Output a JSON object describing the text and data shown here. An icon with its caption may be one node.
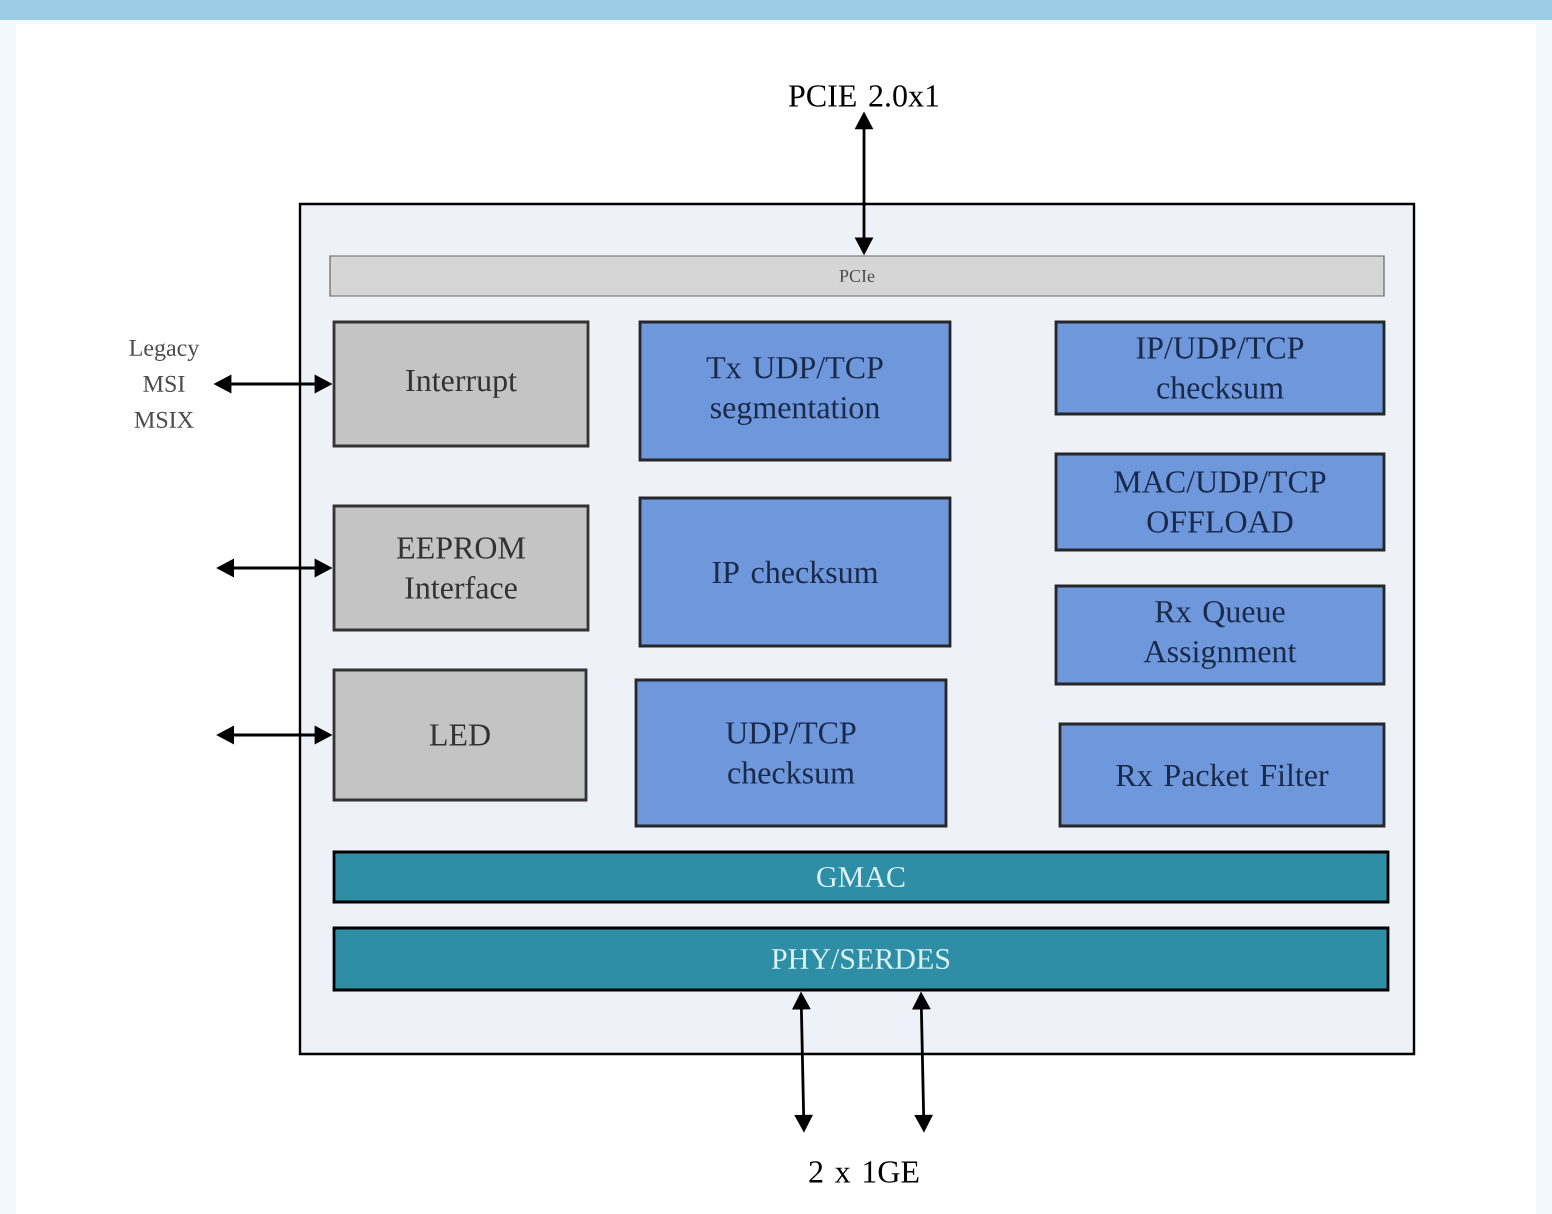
{
  "diagram": {
    "nodes": [
      {
        "text": [],
        "shape": "box"
      },
      {
        "text": [
          "PCIe"
        ],
        "in": 0
      },
      {
        "text": [
          "Interrupt"
        ],
        "in": 0
      },
      {
        "text": [
          "EEPROM Interface"
        ],
        "in": 0
      },
      {
        "text": [
          "LED"
        ],
        "in": 0
      },
      {
        "text": [
          "Tx UDP/TCP segmentation"
        ],
        "in": 0
      },
      {
        "text": [
          "IP checksum"
        ],
        "in": 0
      },
      {
        "text": [
          "UDP/TCP checksum"
        ],
        "in": 0
      },
      {
        "text": [
          "IP/UDP/TCP checksum"
        ],
        "in": 0
      },
      {
        "text": [
          "MAC/UDP/TCP OFFLOAD"
        ],
        "in": 0
      },
      {
        "text": [
          "Rx Queue Assignment"
        ],
        "in": 0
      },
      {
        "text": [
          "Rx Packet Filter"
        ],
        "in": 0
      },
      {
        "text": [
          "GMAC"
        ],
        "in": 0
      },
      {
        "text": [
          "PHY/SERDES"
        ],
        "in": 0
      },
      {
        "text": [
          "PCIE 2.0x1"
        ]
      },
      {
        "text": [
          "Legacy MSI MSIX"
        ]
      },
      {
        "text": [
          "2 x 1GE"
        ]
      }
    ],
    "edges": [
      {
        "from": 14,
        "to": 1,
        "arrow": "both"
      },
      {
        "from": 15,
        "to": 2,
        "arrow": "both"
      },
      {
        "from": null,
        "to": 3,
        "arrow": "both"
      },
      {
        "from": null,
        "to": 4,
        "arrow": "both"
      },
      {
        "from": 13,
        "to": 16,
        "arrow": "both"
      },
      {
        "from": 13,
        "to": 16,
        "arrow": "both"
      }
    ]
  }
}
